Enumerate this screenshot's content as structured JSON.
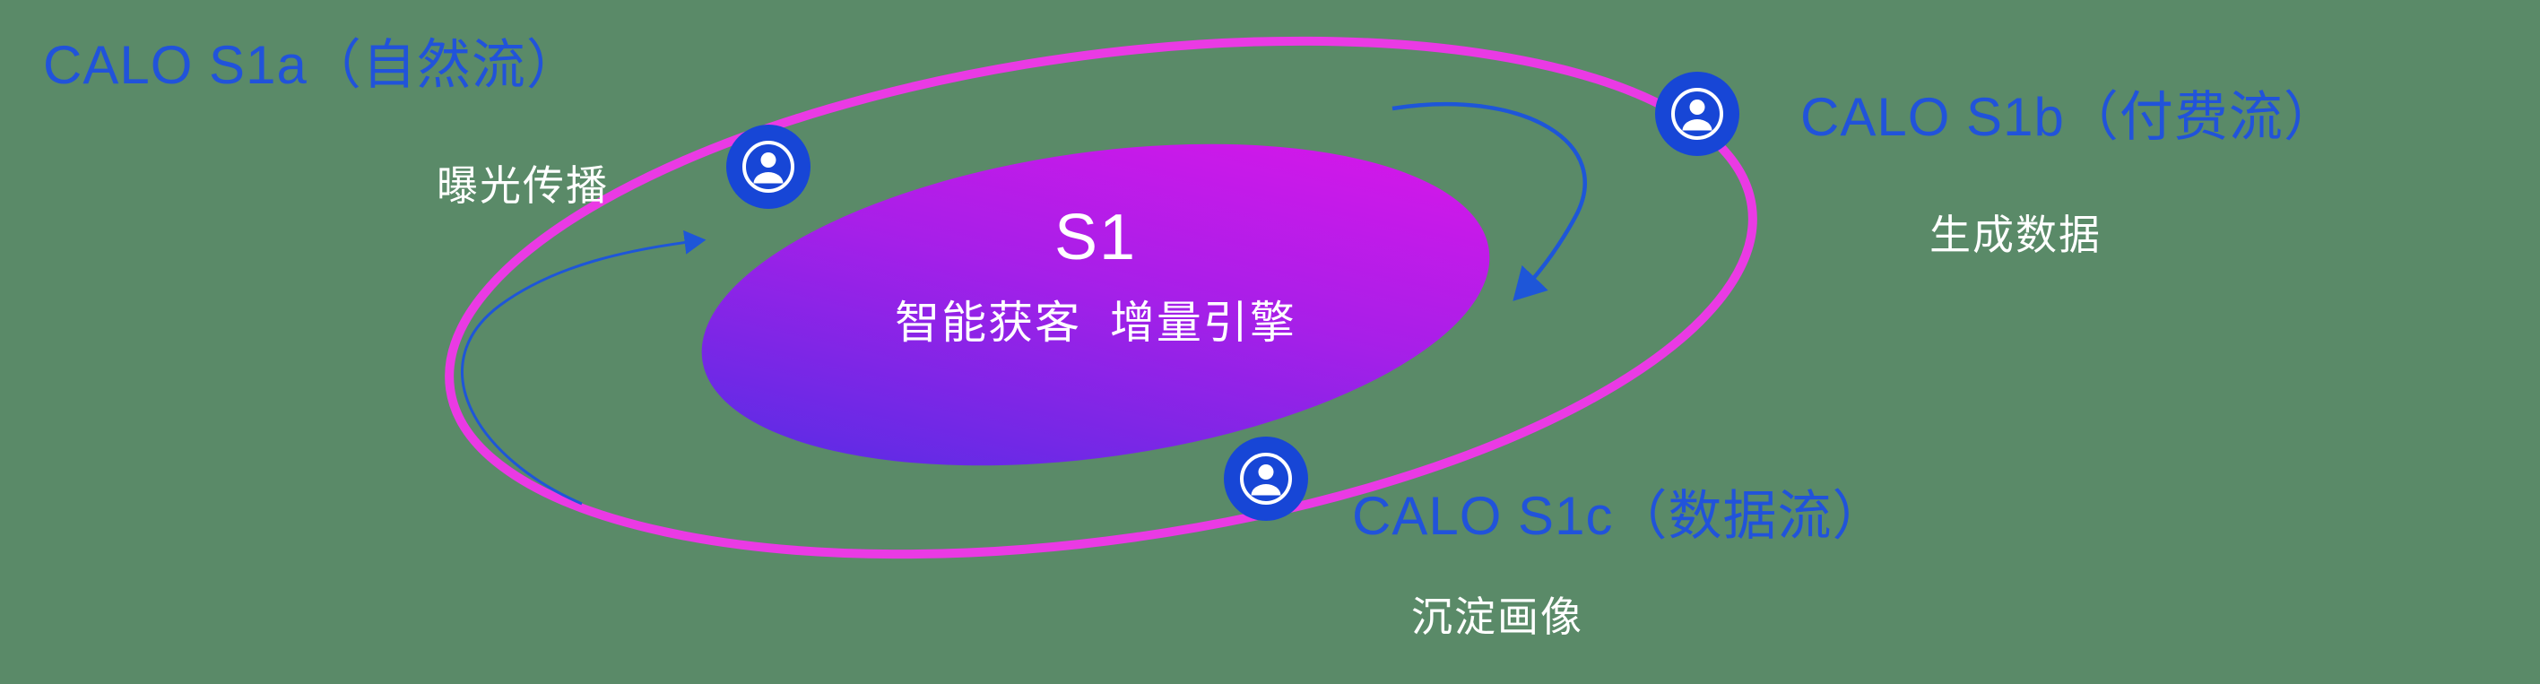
{
  "colors": {
    "background": "#5a8a68",
    "label-blue": "#2153da",
    "sublabel-white": "#ffffff",
    "orbit-pink": "#ea3ae4",
    "node-blue": "#1746d6",
    "arrow-blue": "#1e56d8",
    "gradient-start": "#4a2fe4",
    "gradient-end": "#e215ea"
  },
  "center": {
    "title": "S1",
    "subtitle": "智能获客  增量引擎"
  },
  "nodes": {
    "s1a": {
      "label": "CALO S1a（自然流）",
      "sublabel": "曝光传播"
    },
    "s1b": {
      "label": "CALO S1b（付费流）",
      "sublabel": "生成数据"
    },
    "s1c": {
      "label": "CALO S1c（数据流）",
      "sublabel": "沉淀画像"
    }
  }
}
